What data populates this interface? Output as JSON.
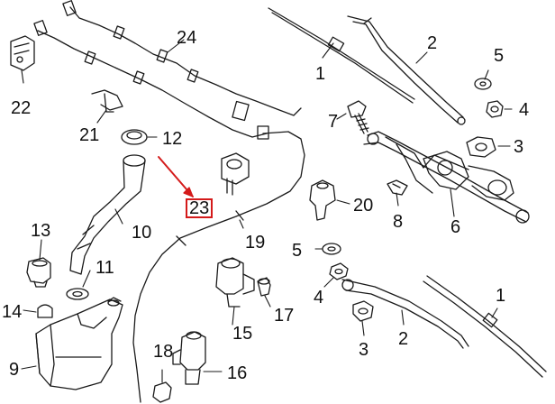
{
  "labels": {
    "c1a": "1",
    "c1b": "1",
    "c2a": "2",
    "c2b": "2",
    "c3a": "3",
    "c3b": "3",
    "c4a": "4",
    "c4b": "4",
    "c5a": "5",
    "c5b": "5",
    "c6": "6",
    "c7": "7",
    "c8": "8",
    "c9": "9",
    "c10": "10",
    "c11": "11",
    "c12": "12",
    "c13": "13",
    "c14": "14",
    "c15": "15",
    "c16": "16",
    "c17": "17",
    "c18": "18",
    "c19": "19",
    "c20": "20",
    "c21": "21",
    "c22": "22",
    "c23": "23",
    "c24": "24"
  },
  "highlight": {
    "part": "23",
    "color": "#d41a1a"
  }
}
